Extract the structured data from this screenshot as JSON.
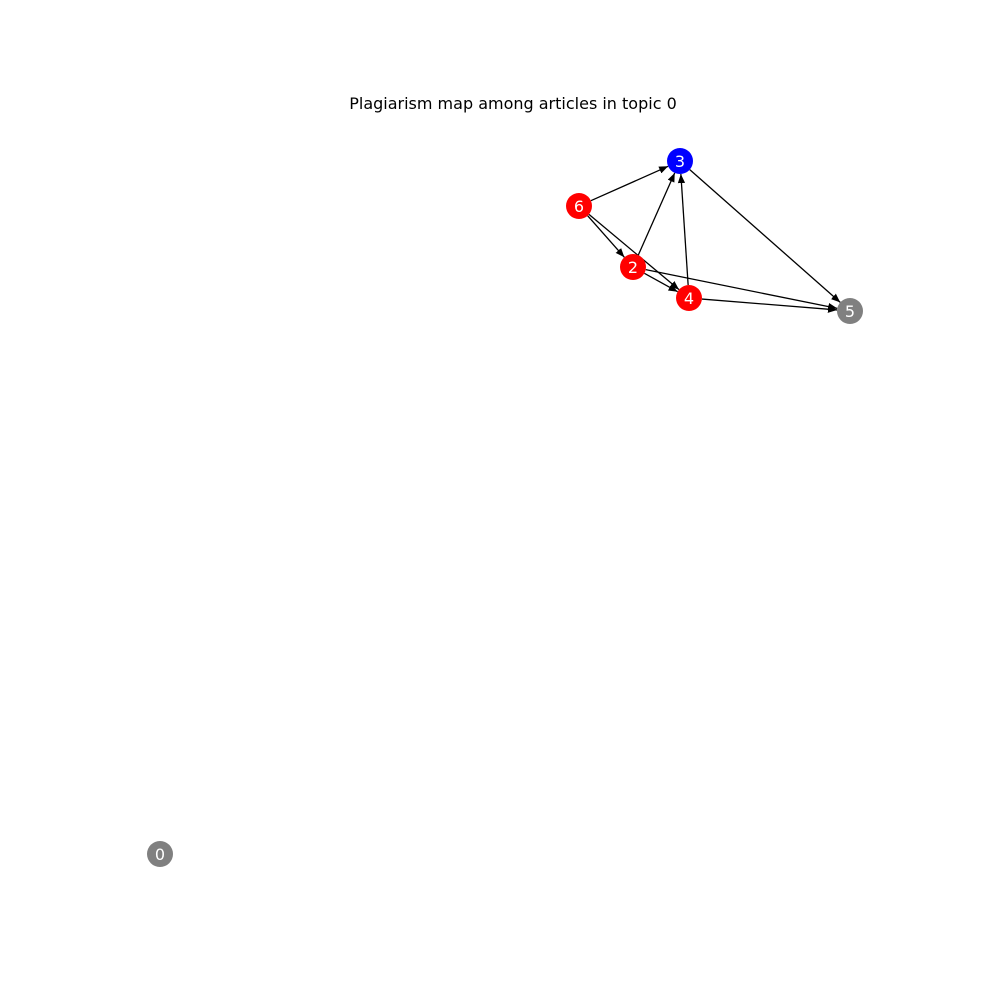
{
  "title": "Plagiarism map among articles in topic 0",
  "colors": {
    "red": "#ff0000",
    "blue": "#0000ff",
    "gray": "#808080",
    "edge": "#000000"
  },
  "nodes": [
    {
      "id": "0",
      "label": "0",
      "color": "gray"
    },
    {
      "id": "2",
      "label": "2",
      "color": "red"
    },
    {
      "id": "3",
      "label": "3",
      "color": "blue"
    },
    {
      "id": "4",
      "label": "4",
      "color": "red"
    },
    {
      "id": "5",
      "label": "5",
      "color": "gray"
    },
    {
      "id": "6",
      "label": "6",
      "color": "red"
    }
  ],
  "edges": [
    {
      "from": "6",
      "to": "3"
    },
    {
      "from": "6",
      "to": "2"
    },
    {
      "from": "6",
      "to": "4"
    },
    {
      "from": "2",
      "to": "3"
    },
    {
      "from": "2",
      "to": "4"
    },
    {
      "from": "2",
      "to": "5"
    },
    {
      "from": "4",
      "to": "3"
    },
    {
      "from": "4",
      "to": "5"
    },
    {
      "from": "3",
      "to": "5"
    }
  ]
}
